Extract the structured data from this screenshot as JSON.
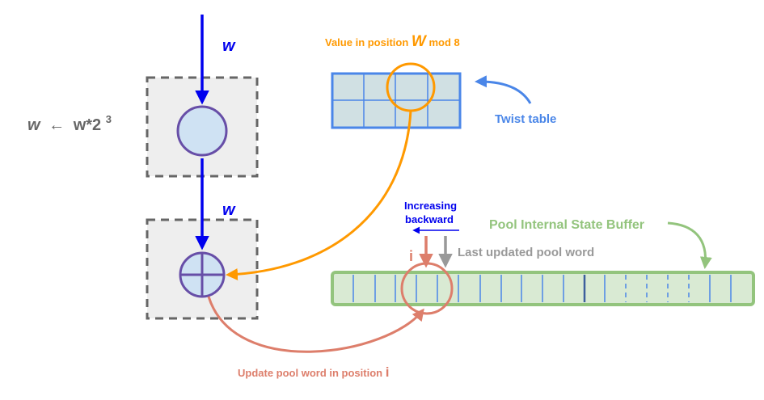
{
  "labels": {
    "w_top": "w",
    "w_mid": "w",
    "shift_w": "w",
    "shift_arrow": "←",
    "shift_expr": "w*2",
    "shift_exp": "3",
    "value_prefix": "Value in position ",
    "value_var": "W",
    "value_suffix": " mod 8",
    "twist_table": "Twist table",
    "increasing": "Increasing",
    "backward": "backward",
    "i_marker": "i",
    "last_updated": "Last updated pool word",
    "pool_buffer": "Pool Internal State Buffer",
    "update_prefix": "Update pool word in position ",
    "update_var": "i"
  },
  "colors": {
    "flow_blue": "#0000ee",
    "twist_blue": "#4a86e8",
    "table_fill": "#d0e0e3",
    "orange": "#ff9900",
    "salmon": "#dd7e6b",
    "green": "#93c47d",
    "green_fill": "#d9ead3",
    "gray": "#999999",
    "dark_gray": "#666666",
    "purple": "#674ea7",
    "node_fill": "#cfe2f3",
    "box_fill": "#eeeeee"
  }
}
